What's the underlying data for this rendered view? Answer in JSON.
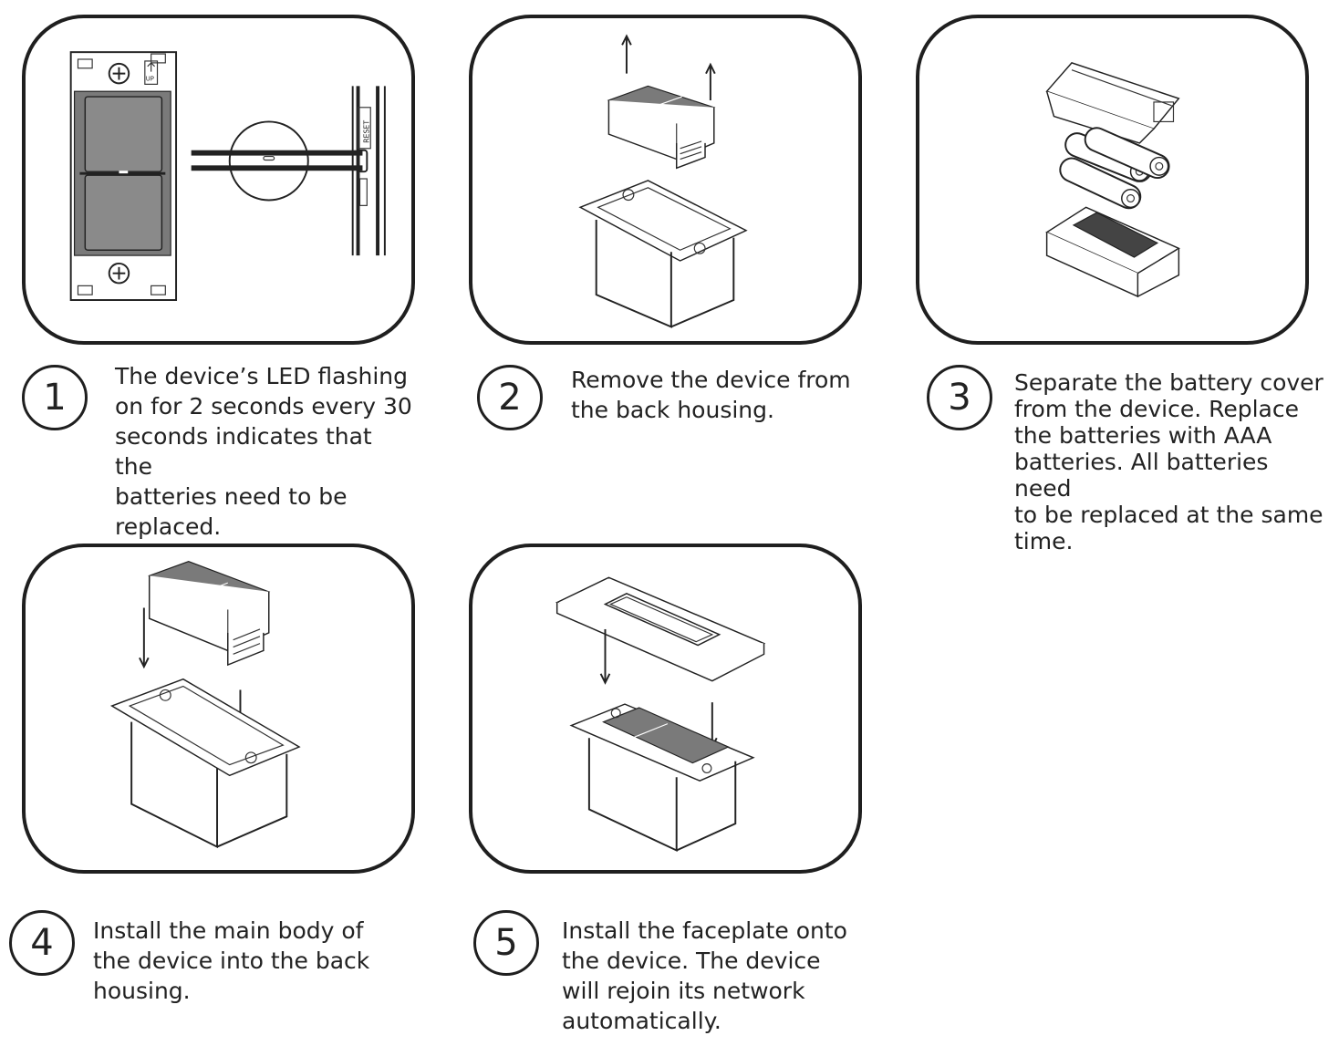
{
  "steps": [
    {
      "number": "1",
      "text": "The device’s LED flashing\non for 2 seconds every 30\nseconds indicates that the\nbatteries need to be\nreplaced."
    },
    {
      "number": "2",
      "text": "Remove the device from\nthe back housing."
    },
    {
      "number": "3",
      "text": "Separate the battery cover\nfrom the device. Replace\nthe batteries with AAA\nbatteries. All batteries need\nto be replaced at the same\ntime."
    },
    {
      "number": "4",
      "text": "Install the main body of\nthe device into the back\nhousing."
    },
    {
      "number": "5",
      "text": "Install the faceplate onto\nthe device. The device\nwill rejoin its network\nautomatically."
    }
  ],
  "illustration_labels": {
    "up_label": "UP",
    "reset_label": "RESET"
  }
}
